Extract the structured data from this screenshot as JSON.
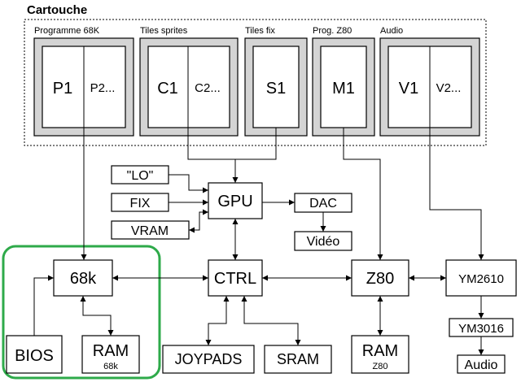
{
  "cartridge": {
    "title": "Cartouche",
    "sections": {
      "prog68k": "Programme 68K",
      "tiles_sprites": "Tiles sprites",
      "tiles_fix": "Tiles fix",
      "prog_z80": "Prog. Z80",
      "audio": "Audio"
    },
    "roms": {
      "p1": "P1",
      "p2": "P2...",
      "c1": "C1",
      "c2": "C2...",
      "s1": "S1",
      "m1": "M1",
      "v1": "V1",
      "v2": "V2..."
    }
  },
  "blocks": {
    "lo": "\"LO\"",
    "fix": "FIX",
    "vram": "VRAM",
    "gpu": "GPU",
    "dac": "DAC",
    "video": "Vidéo",
    "cpu68k": "68k",
    "ctrl": "CTRL",
    "z80": "Z80",
    "ym2610": "YM2610",
    "ym3016": "YM3016",
    "audio": "Audio",
    "bios": "BIOS",
    "ram68k": "RAM",
    "ram68k_sub": "68k",
    "joypads": "JOYPADS",
    "sram": "SRAM",
    "ramz80": "RAM",
    "ramz80_sub": "Z80"
  },
  "highlight_color": "#2eaa4a"
}
